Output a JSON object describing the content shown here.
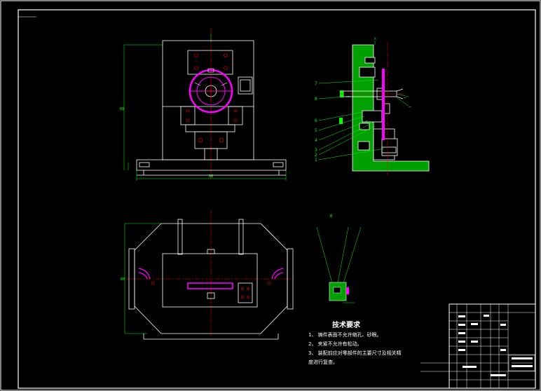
{
  "drawing": {
    "colors": {
      "background": "#000000",
      "outline": "#ffffff",
      "dimension": "#00ff00",
      "centerline": "#ff0000",
      "part_highlight": "#ff00ff",
      "section_hatch": "#00c000"
    },
    "side_view_part_numbers": [
      "7",
      "8",
      "6",
      "5",
      "4",
      "3",
      "2",
      "1"
    ],
    "detail_view_label": "B",
    "tech_requirements": {
      "title": "技术要求",
      "items": [
        "1、 铸件表面不允许缩孔、砂眼。",
        "2、 夹紧不允许有松动。",
        "3、 装配前应对零部件的主要尺寸及相关精",
        "度进行复查。"
      ]
    }
  }
}
